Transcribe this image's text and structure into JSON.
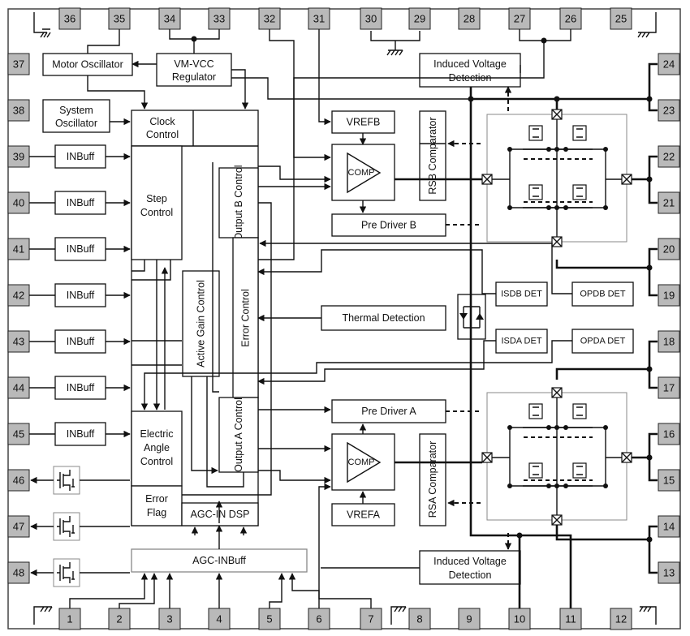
{
  "pins": {
    "top": [
      "36",
      "35",
      "34",
      "33",
      "32",
      "31",
      "30",
      "29",
      "28",
      "27",
      "26",
      "25"
    ],
    "left": [
      "37",
      "38",
      "39",
      "40",
      "41",
      "42",
      "43",
      "44",
      "45",
      "46",
      "47",
      "48"
    ],
    "right": [
      "24",
      "23",
      "22",
      "21",
      "20",
      "19",
      "18",
      "17",
      "16",
      "15",
      "14",
      "13"
    ],
    "bottom": [
      "1",
      "2",
      "3",
      "4",
      "5",
      "6",
      "7",
      "8",
      "9",
      "10",
      "11",
      "12"
    ]
  },
  "blocks": {
    "motor_oscillator": "Motor Oscillator",
    "vm_vcc_regulator": [
      "VM-VCC",
      "Regulator"
    ],
    "system_oscillator": [
      "System",
      "Oscillator"
    ],
    "clock_control": [
      "Clock",
      "Control"
    ],
    "inbuff": "INBuff",
    "step_control": [
      "Step",
      "Control"
    ],
    "output_b_control": "Output B Control",
    "output_a_control": "Output A Control",
    "active_gain_control": "Active Gain Control",
    "error_control": "Error Control",
    "electric_angle_control": [
      "Electric",
      "Angle",
      "Control"
    ],
    "error_flag": [
      "Error",
      "Flag"
    ],
    "agc_in_dsp": "AGC-IN DSP",
    "agc_inbuff": "AGC-INBuff",
    "vrefb": "VREFB",
    "vrefa": "VREFA",
    "comp": "COMP",
    "rsb_comparator": "RSB Comparator",
    "rsa_comparator": "RSA Comparator",
    "pre_driver_b": "Pre Driver B",
    "pre_driver_a": "Pre Driver A",
    "thermal_detection": "Thermal Detection",
    "induced_voltage_detection": [
      "Induced Voltage",
      "Detection"
    ],
    "isdb_det": "ISDB DET",
    "opdb_det": "OPDB  DET",
    "isda_det": "ISDA DET",
    "opda_det": "OPDA DET"
  }
}
